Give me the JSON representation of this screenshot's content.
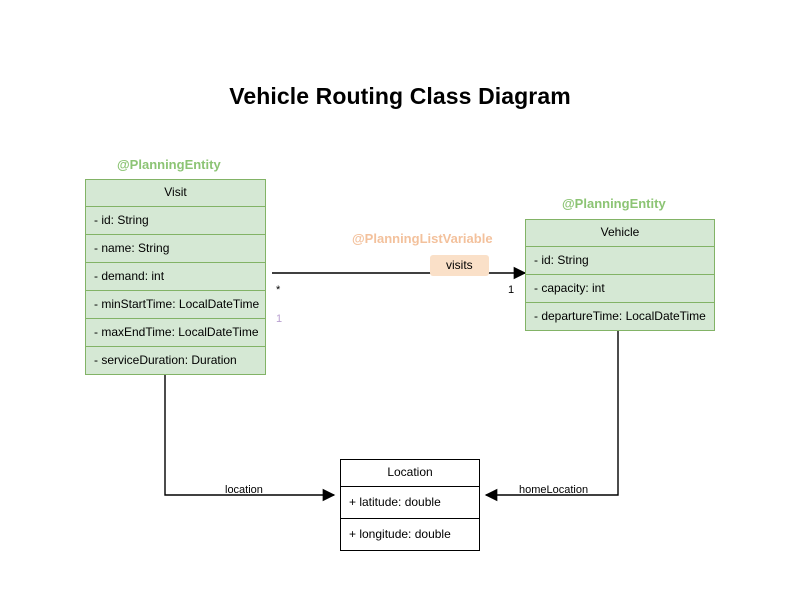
{
  "title": "Vehicle Routing Class Diagram",
  "classes": {
    "visit": {
      "stereotype": "@PlanningEntity",
      "name": "Visit",
      "attributes": [
        "- id: String",
        "- name: String",
        "- demand: int",
        "- minStartTime: LocalDateTime",
        "- maxEndTime: LocalDateTime",
        "- serviceDuration: Duration"
      ]
    },
    "vehicle": {
      "stereotype": "@PlanningEntity",
      "name": "Vehicle",
      "attributes": [
        "- id: String",
        "- capacity: int",
        "- departureTime: LocalDateTime"
      ]
    },
    "location": {
      "name": "Location",
      "attributes": [
        "+ latitude: double",
        "+ longitude: double"
      ]
    }
  },
  "associations": {
    "visits": {
      "stereotype": "@PlanningListVariable",
      "label": "visits",
      "source_multiplicity": "1",
      "target_multiplicity": "*",
      "extra_multiplicity": "1"
    },
    "location": {
      "label": "location"
    },
    "home_location": {
      "label": "homeLocation"
    }
  },
  "colors": {
    "class_fill": "#d5e8d4",
    "class_border": "#82b366",
    "stereotype_green": "#8cc474",
    "stereotype_orange": "#f3c19c",
    "badge_fill": "#fae0c8",
    "faded_multiplicity": "#b9a0d0",
    "plain_fill": "#ffffff",
    "plain_border": "#000000",
    "edge": "#000000",
    "background": "#ffffff"
  }
}
